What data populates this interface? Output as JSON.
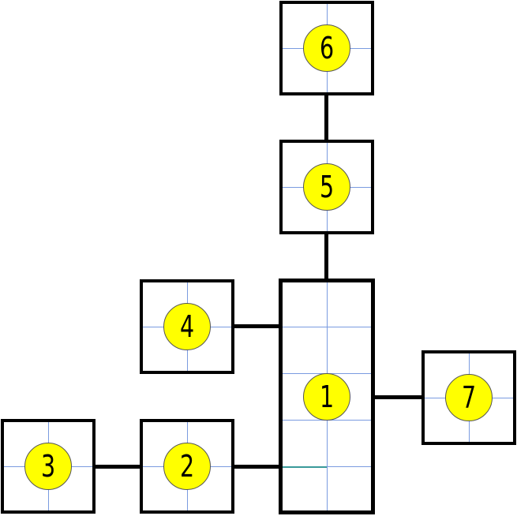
{
  "nodes": {
    "n1": "1",
    "n2": "2",
    "n3": "3",
    "n4": "4",
    "n5": "5",
    "n6": "6",
    "n7": "7"
  },
  "colors": {
    "node_fill": "#ffff00",
    "grid": "#7a9be0",
    "edge": "#000000"
  },
  "edges": [
    [
      "6",
      "5"
    ],
    [
      "5",
      "1"
    ],
    [
      "4",
      "1"
    ],
    [
      "2",
      "1"
    ],
    [
      "3",
      "2"
    ],
    [
      "1",
      "7"
    ]
  ]
}
